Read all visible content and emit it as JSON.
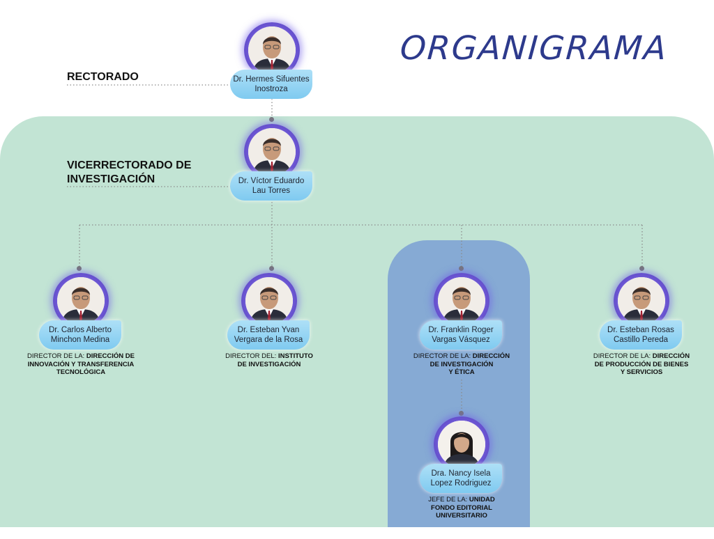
{
  "title": "ORGANIGRAMA",
  "levels": {
    "rectorado": "RECTORADO",
    "vicerrectorado_line1": "VICERRECTORADO DE",
    "vicerrectorado_line2": "INVESTIGACIÓN"
  },
  "colors": {
    "title": "#2d3a8c",
    "green_panel": "#c2e4d4",
    "blue_panel": "#86aad4",
    "photo_ring": "#6e58d4",
    "name_pill": "#8fd2f2"
  },
  "rector": {
    "name_line1": "Dr. Hermes Sifuentes",
    "name_line2": "Inostroza"
  },
  "vicerrector": {
    "name_line1": "Dr. Víctor Eduardo",
    "name_line2": "Lau Torres"
  },
  "directors": [
    {
      "name_line1": "Dr. Carlos Alberto",
      "name_line2": "Minchon Medina",
      "role_prefix": "DIRECTOR DE LA: ",
      "role_line1": "DIRECCIÓN DE",
      "role_line2": "INNOVACIÓN Y TRANSFERENCIA",
      "role_line3": "TECNOLÓGICA"
    },
    {
      "name_line1": "Dr. Esteban Yvan",
      "name_line2": "Vergara de la Rosa",
      "role_prefix": "DIRECTOR DEL: ",
      "role_line1": "INSTITUTO",
      "role_line2": "DE INVESTIGACIÓN"
    },
    {
      "name_line1": "Dr. Franklin Roger",
      "name_line2": "Vargas Vásquez",
      "role_prefix": "DIRECTOR DE LA: ",
      "role_line1": "DIRECCIÓN",
      "role_line2": "DE INVESTIGACIÓN",
      "role_line3": "Y ÉTICA"
    },
    {
      "name_line1": "Dr. Esteban Rosas",
      "name_line2": "Castillo Pereda",
      "role_prefix": "DIRECTOR DE LA: ",
      "role_line1": "DIRECCIÓN",
      "role_line2": "DE PRODUCCIÓN DE BIENES",
      "role_line3": "Y SERVICIOS"
    }
  ],
  "sub_unit": {
    "name_line1": "Dra. Nancy Isela",
    "name_line2": "Lopez Rodriguez",
    "role_prefix": "JEFE DE LA: ",
    "role_line1": "UNIDAD",
    "role_line2": "FONDO EDITORIAL",
    "role_line3": "UNIVERSITARIO"
  }
}
